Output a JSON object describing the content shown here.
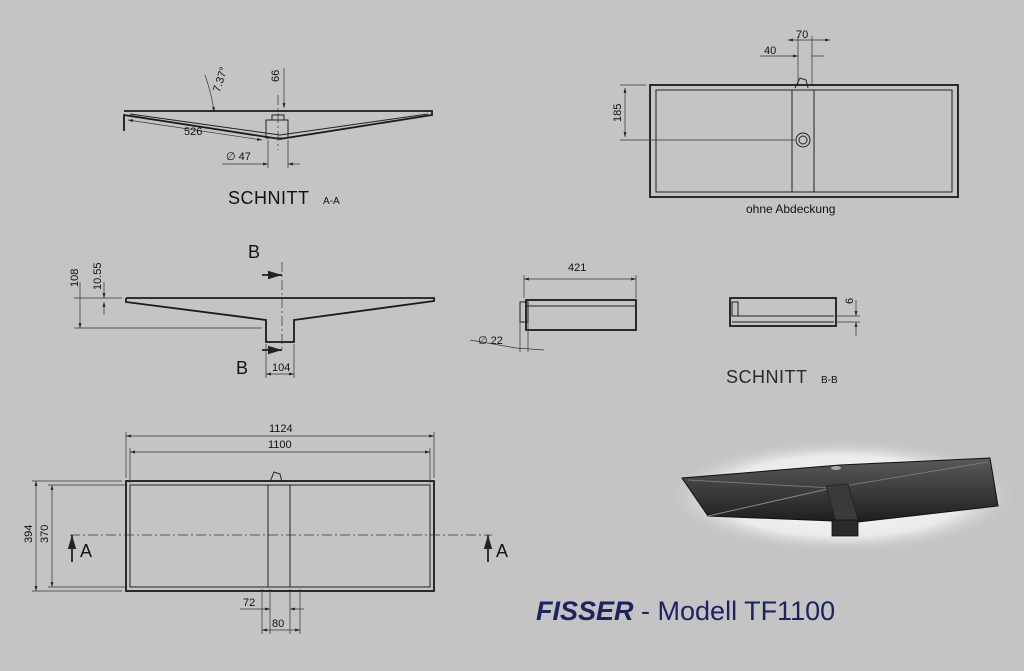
{
  "section_aa": {
    "title": "SCHNITT",
    "suffix": "A-A",
    "angle": "7.37°",
    "dim_length": "526",
    "dim_drain": "66",
    "dim_diameter": "∅ 47"
  },
  "top_right_view": {
    "dim_70": "70",
    "dim_40": "40",
    "dim_185": "185",
    "caption": "ohne Abdeckung"
  },
  "side_view": {
    "dim_108": "108",
    "dim_10_55": "10.55",
    "marker_b_top": "B",
    "marker_b_bottom": "B",
    "dim_104": "104"
  },
  "section_bb": {
    "dim_421": "421",
    "dim_22": "∅ 22",
    "dim_6": "6",
    "title": "SCHNITT",
    "suffix": "B-B"
  },
  "plan_view": {
    "dim_1124": "1124",
    "dim_1100": "1100",
    "dim_394": "394",
    "dim_370": "370",
    "marker_a_left": "A",
    "marker_a_right": "A",
    "dim_72": "72",
    "dim_80": "80"
  },
  "brand": {
    "name": "FISSER",
    "model": " - Modell TF1100"
  },
  "colors": {
    "background": "#c4c4c4",
    "lines": "#222222",
    "brand_blue": "#1c2360"
  }
}
